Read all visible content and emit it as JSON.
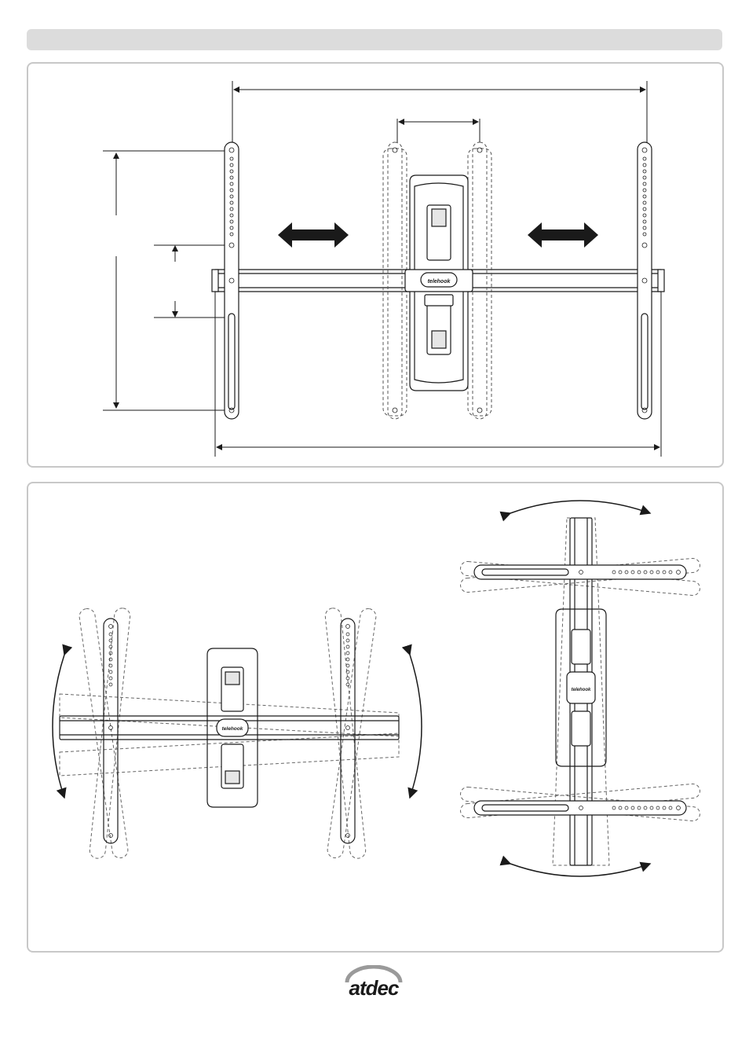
{
  "header": {
    "title": ""
  },
  "top_panel": {
    "description_label": "",
    "badge_text": "telehook"
  },
  "bottom_panel": {
    "badge_text": "telehook"
  },
  "logo": {
    "text": "atdec"
  },
  "colors": {
    "line": "#1a1a1a",
    "dashed": "#555555",
    "panel_border": "#c8c8c8",
    "title_bar": "#dcdcdc",
    "logo_ring": "#9a9a9a"
  },
  "icons": [
    "double-arrow-left-right-icon",
    "curved-rotation-arrow-icon"
  ]
}
